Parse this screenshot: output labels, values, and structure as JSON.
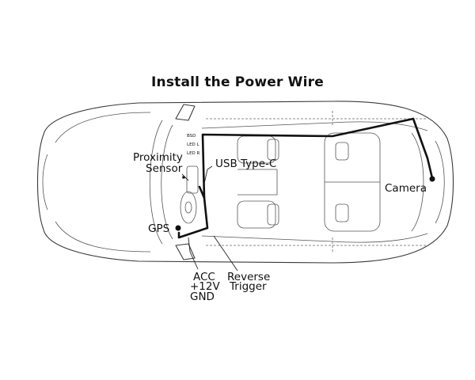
{
  "title": "Install the Power Wire",
  "labels": {
    "bsd": "BSD",
    "led_l": "LED L",
    "led_r": "LED R",
    "proximity_1": "Proximity",
    "proximity_2": "Sensor",
    "usb": "USB Type-C",
    "camera": "Camera",
    "gps": "GPS",
    "acc": "ACC",
    "plus12v": "+12V",
    "gnd": "GND",
    "reverse": "Reverse",
    "trigger": "Trigger"
  }
}
